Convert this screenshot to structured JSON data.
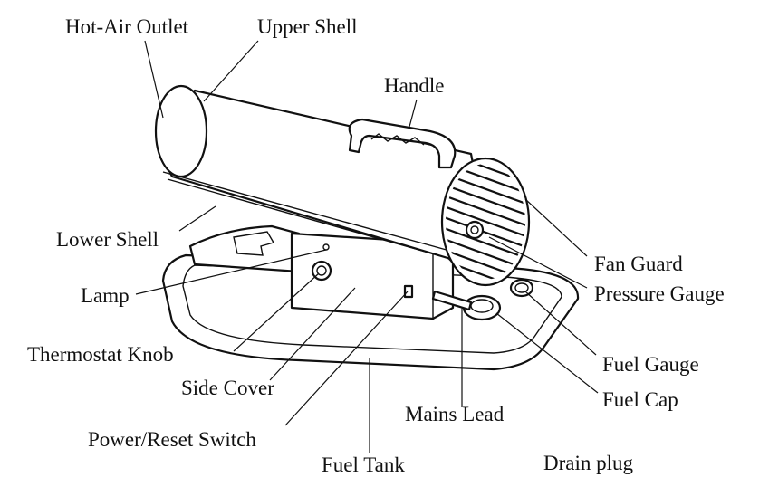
{
  "labels": {
    "hot_air_outlet": "Hot-Air Outlet",
    "upper_shell": "Upper Shell",
    "handle": "Handle",
    "lower_shell": "Lower Shell",
    "fan_guard": "Fan Guard",
    "pressure_gauge": "Pressure Gauge",
    "lamp": "Lamp",
    "thermostat_knob": "Thermostat Knob",
    "fuel_gauge": "Fuel Gauge",
    "side_cover": "Side Cover",
    "fuel_cap": "Fuel Cap",
    "mains_lead": "Mains Lead",
    "power_reset_switch": "Power/Reset Switch",
    "fuel_tank": "Fuel Tank",
    "drain_plug": "Drain plug"
  }
}
